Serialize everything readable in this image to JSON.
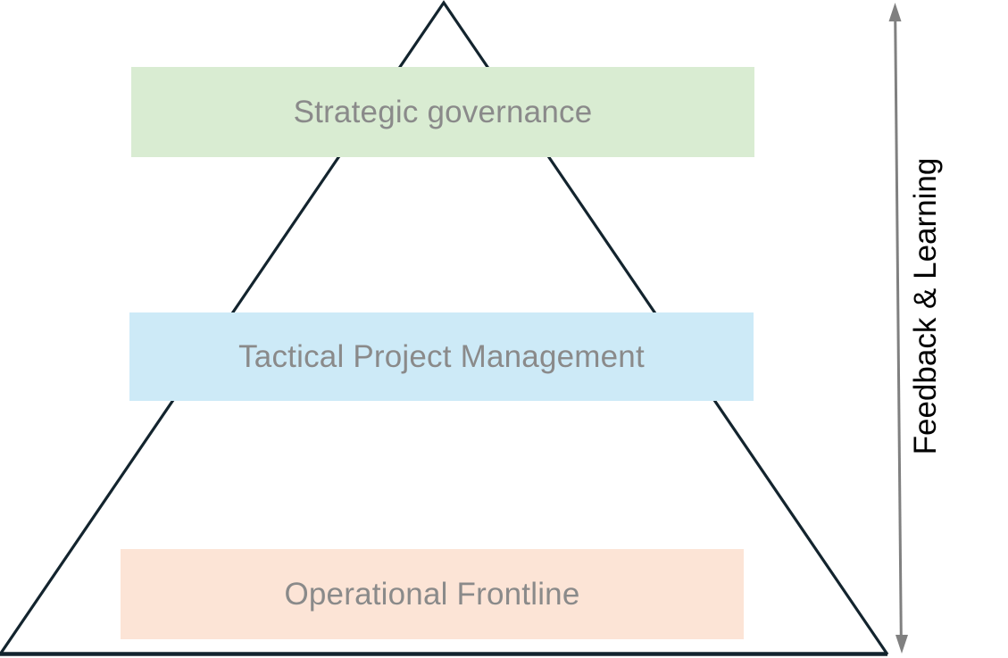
{
  "diagram": {
    "type": "pyramid-hierarchy",
    "levels": [
      {
        "label": "Strategic governance",
        "color": "#d9ecd2",
        "position": "top"
      },
      {
        "label": "Tactical Project Management",
        "color": "#cdeaf7",
        "position": "middle"
      },
      {
        "label": "Operational Frontline",
        "color": "#fce4d6",
        "position": "bottom"
      }
    ],
    "side_arrow": {
      "label": "Feedback & Learning",
      "direction": "vertical-double-headed",
      "color": "#808080",
      "label_color": "#000000"
    },
    "colors": {
      "outline": "#13242e",
      "level_text": "#8a8a8a",
      "background": "#ffffff"
    }
  }
}
